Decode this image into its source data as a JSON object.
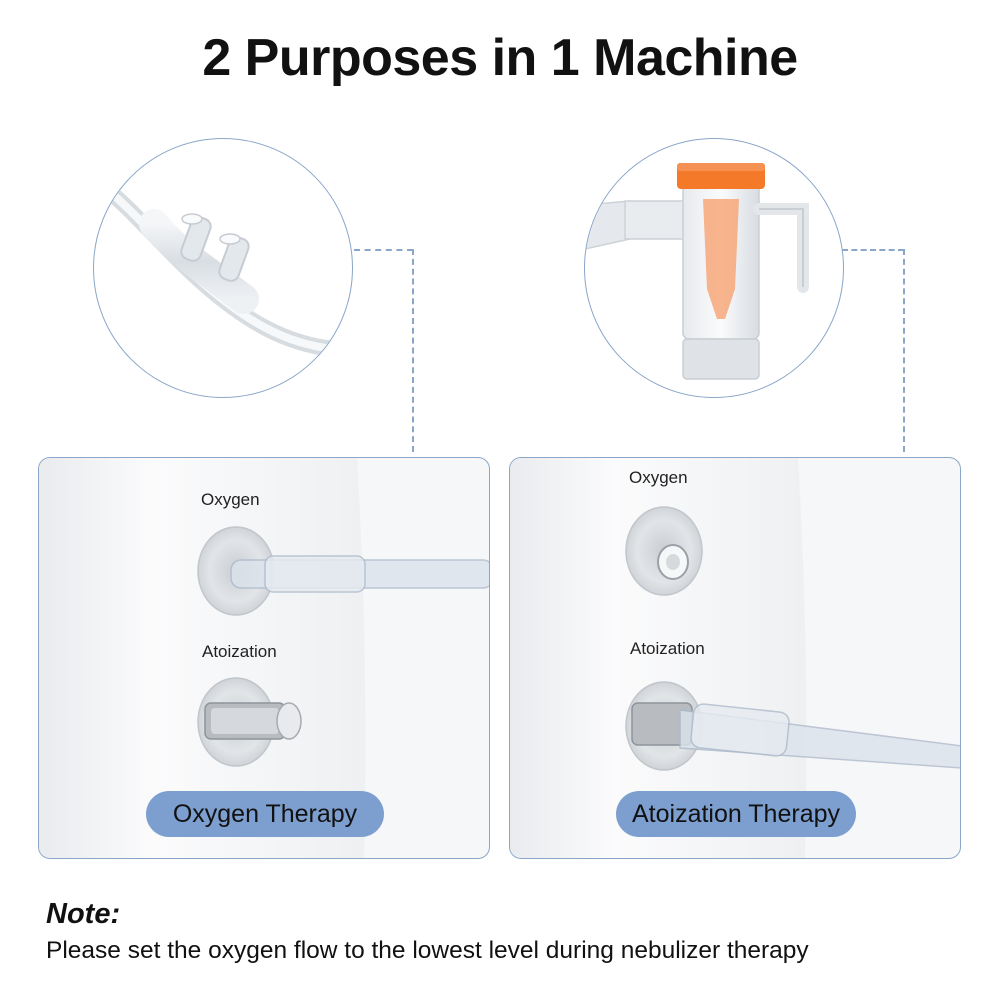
{
  "title": "2 Purposes in 1 Machine",
  "panels": [
    {
      "oxygen_label": "Oxygen",
      "atomization_label": "Atoization",
      "therapy_label": "Oxygen Therapy"
    },
    {
      "oxygen_label": "Oxygen",
      "atomization_label": "Atoization",
      "therapy_label": "Atoization Therapy"
    }
  ],
  "note": {
    "heading": "Note:",
    "text": "Please set the oxygen flow to the lowest level during nebulizer therapy"
  },
  "colors": {
    "accent_border": "#8aa6c8",
    "pill_bg": "#7d9fd0",
    "nebulizer_cap": "#f47a2a"
  }
}
